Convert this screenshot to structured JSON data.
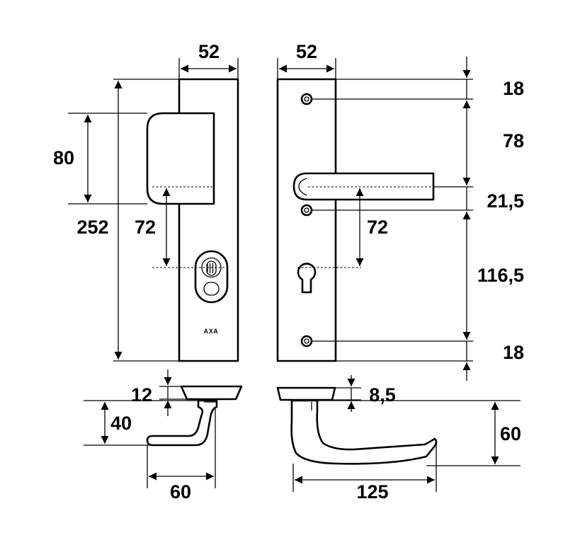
{
  "brand_mark": "AXA",
  "dimensions": {
    "shield_width_left": "52",
    "shield_width_right": "52",
    "total_height": "252",
    "knob_height": "80",
    "center_distance_left": "72",
    "center_distance_right": "72",
    "top_screw_offset": "18",
    "screw_to_handle": "78",
    "handle_to_screw": "21,5",
    "screw_to_bottom_screw": "116,5",
    "bottom_screw_offset": "18",
    "knob_rose_thickness": "12",
    "knob_projection": "40",
    "knob_width": "60",
    "lever_rose_thickness": "8,5",
    "lever_projection": "60",
    "lever_length": "125"
  }
}
